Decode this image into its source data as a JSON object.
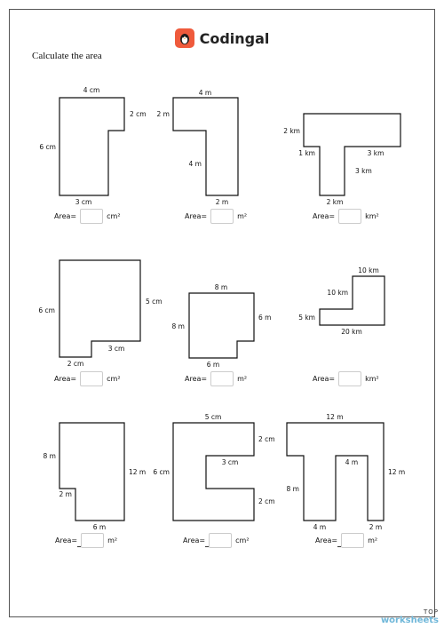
{
  "brand": {
    "name": "Codingal",
    "logo_color": "#ef5a3c"
  },
  "instruction": "Calculate the area",
  "watermark": {
    "line1": "TOP",
    "line2": "worksheets"
  },
  "problems": [
    {
      "labels": [
        "4 cm",
        "2 cm",
        "6 cm",
        "3 cm"
      ],
      "answer": {
        "prefix": "Area=",
        "unit": "cm²"
      }
    },
    {
      "labels": [
        "4 m",
        "2 m",
        "4 m",
        "2 m"
      ],
      "answer": {
        "prefix": "Area=",
        "unit": "m²"
      }
    },
    {
      "labels": [
        "2 km",
        "1 km",
        "3 km",
        "3 km",
        "2 km"
      ],
      "answer": {
        "prefix": "Area=",
        "unit": "km²"
      }
    },
    {
      "labels": [
        "6 cm",
        "5 cm",
        "3 cm",
        "2 cm"
      ],
      "answer": {
        "prefix": "Area=",
        "unit": "cm²"
      }
    },
    {
      "labels": [
        "8 m",
        "8 m",
        "6 m",
        "6 m"
      ],
      "answer": {
        "prefix": "Area=",
        "unit": "m²"
      }
    },
    {
      "labels": [
        "10 km",
        "10 km",
        "5 km",
        "20 km"
      ],
      "answer": {
        "prefix": "Area=",
        "unit": "km²"
      }
    },
    {
      "labels": [
        "8 m",
        "12 m",
        "2 m",
        "6 m"
      ],
      "answer": {
        "prefix": "Area=",
        "unit": "m²"
      }
    },
    {
      "labels": [
        "5 cm",
        "2 cm",
        "3 cm",
        "6 cm",
        "2 cm"
      ],
      "answer": {
        "prefix": "Area=",
        "unit": "cm²"
      }
    },
    {
      "labels": [
        "12 m",
        "4 m",
        "12 m",
        "8 m",
        "4 m",
        "2 m"
      ],
      "answer": {
        "prefix": "Area=",
        "unit": "m²"
      }
    }
  ]
}
